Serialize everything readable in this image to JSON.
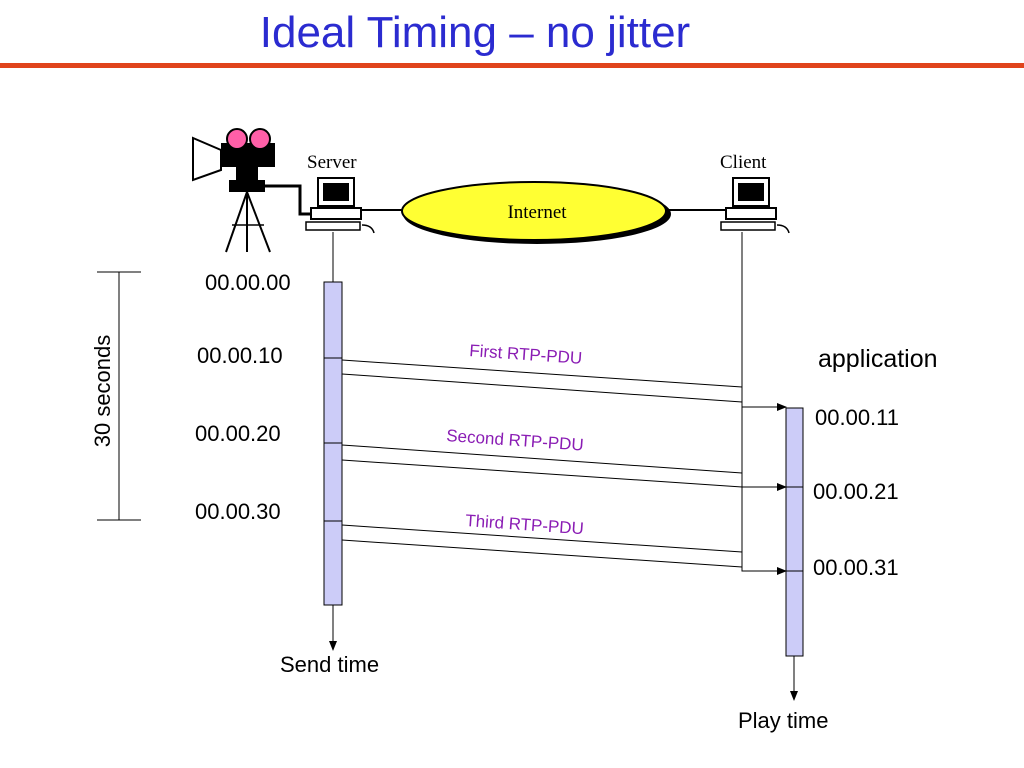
{
  "title": "Ideal Timing – no jitter",
  "nodes": {
    "server": "Server",
    "client": "Client",
    "cloud": "Internet"
  },
  "duration_label": "30 seconds",
  "send_times": [
    "00.00.00",
    "00.00.10",
    "00.00.20",
    "00.00.30"
  ],
  "play_times": [
    "00.00.11",
    "00.00.21",
    "00.00.31"
  ],
  "packets": [
    "First RTP-PDU",
    "Second RTP-PDU",
    "Third RTP-PDU"
  ],
  "application_label": "application",
  "send_axis_label": "Send time",
  "play_axis_label": "Play time",
  "colors": {
    "title": "#2b2bd0",
    "rule": "#e0441c",
    "pdu_text": "#8a1cb4",
    "timeline_bar": "#ccccf8",
    "cloud": "#ffff33"
  }
}
